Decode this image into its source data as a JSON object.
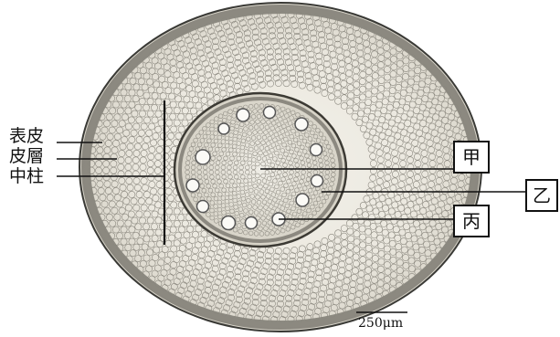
{
  "labels": {
    "epidermis": "表皮",
    "cortex": "皮層",
    "stele": "中柱",
    "part_a": "甲",
    "part_b": "乙",
    "part_c": "丙"
  },
  "scale_bar": {
    "text": "250μm"
  }
}
